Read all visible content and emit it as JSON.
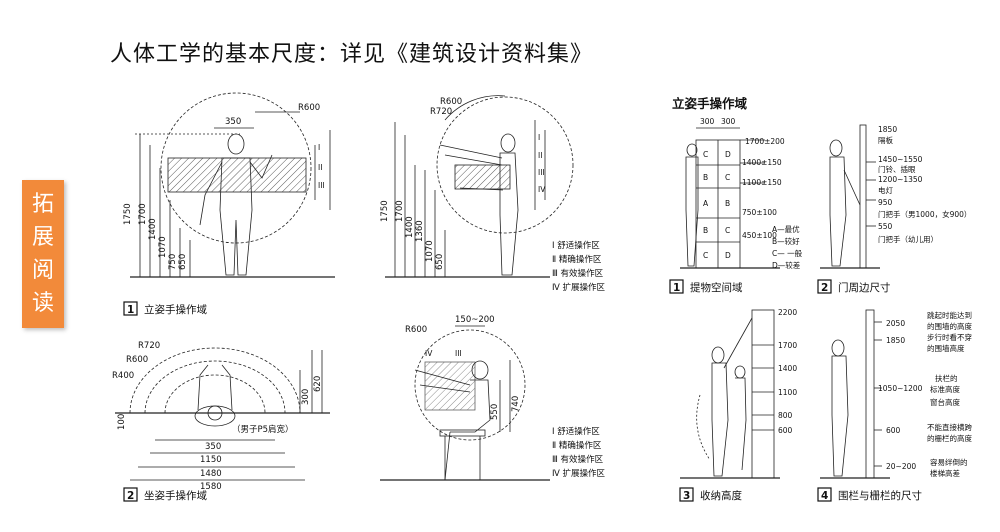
{
  "title": "人体工学的基本尺度：详见《建筑设计资料集》",
  "side_tab": [
    "拓",
    "展",
    "阅",
    "读"
  ],
  "left": {
    "fig1": {
      "num": "1",
      "caption": "立姿手操作域",
      "width_dim": "350",
      "radius": "R600",
      "heights": [
        "1750",
        "1700",
        "1400",
        "1070",
        "750",
        "650"
      ],
      "zones": [
        "I",
        "II",
        "III"
      ]
    },
    "fig1b": {
      "radii": [
        "R600",
        "R720"
      ],
      "heights": [
        "1750",
        "1700",
        "1400",
        "1360",
        "1070",
        "650"
      ],
      "zones": [
        "I",
        "II",
        "III",
        "IV"
      ]
    },
    "legend1": [
      "Ⅰ 舒适操作区",
      "Ⅱ 精确操作区",
      "Ⅲ 有效操作区",
      "Ⅳ 扩展操作区"
    ],
    "fig2": {
      "num": "2",
      "caption": "坐姿手操作域",
      "radii": [
        "R720",
        "R600",
        "R400"
      ],
      "heights": [
        "300",
        "620",
        "100"
      ],
      "note": "（男子P5肩宽）",
      "widths": [
        "350",
        "1150",
        "1480",
        "1580"
      ]
    },
    "fig2b": {
      "radius": "R600",
      "range": "150~200",
      "zones": [
        "IV",
        "III"
      ],
      "heights": [
        "550",
        "740"
      ]
    },
    "legend2": [
      "Ⅰ 舒适操作区",
      "Ⅱ 精确操作区",
      "Ⅲ 有效操作区",
      "Ⅳ 扩展操作区"
    ]
  },
  "right": {
    "heading": "立姿手操作域",
    "fig1": {
      "num": "1",
      "caption": "提物空间域",
      "widths": [
        "300",
        "300"
      ],
      "heights": [
        "1700±200",
        "1400±150",
        "1100±150",
        "750±100",
        "450±100"
      ],
      "grid_left": [
        "C",
        "B",
        "A",
        "B",
        "C"
      ],
      "grid_right": [
        "D",
        "C",
        "B",
        "C",
        "D"
      ],
      "legend": [
        "A—最优",
        "B—较好",
        "C— 一般",
        "D—较差"
      ]
    },
    "fig2": {
      "num": "2",
      "caption": "门周边尺寸",
      "labels": [
        "1850",
        "隔板",
        "1450~1550",
        "门铃、插眼",
        "1200~1350",
        "电灯",
        "950",
        "门把手（男1000，女900）",
        "550",
        "门把手（幼儿用）"
      ]
    },
    "fig3": {
      "num": "3",
      "caption": "收纳高度",
      "heights": [
        "2200",
        "1700",
        "1400",
        "1100",
        "800",
        "600"
      ]
    },
    "fig4": {
      "num": "4",
      "caption": "围栏与栅栏的尺寸",
      "heights": [
        "2050",
        "1850",
        "1050~1200",
        "600",
        "20~200"
      ],
      "notes": [
        "跳起时能达到",
        "的围墙的高度",
        "步行时看不穿",
        "的围墙高度",
        "扶栏的",
        "标准高度",
        "窗台高度",
        "不能直接横跨",
        "的栅栏的高度",
        "容易绊倒的",
        "楼梯高差"
      ]
    }
  }
}
